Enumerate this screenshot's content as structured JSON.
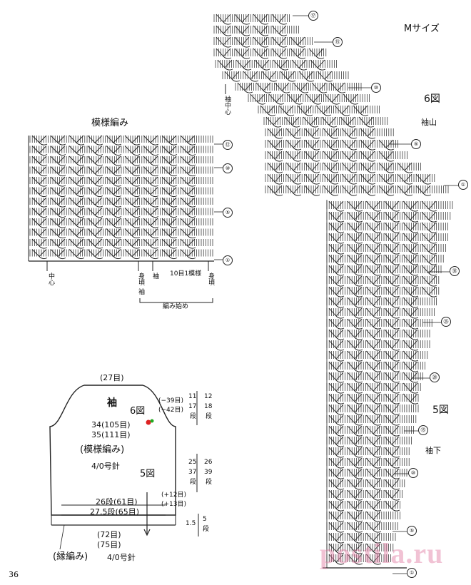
{
  "page_number": "36",
  "size_label": "Mサイズ",
  "pattern_chart": {
    "title": "模様編み",
    "row_markers": [
      "⑫",
      "⑩",
      "⑤",
      "①"
    ],
    "repeat_label": "10目1模様",
    "labels": {
      "center": "中心",
      "body_left": "身頃",
      "body_sub": "袖",
      "sleeve": "袖",
      "body_right": "身頃"
    },
    "start_label": "編み始め"
  },
  "sleeve_chart": {
    "center_label": "袖中心",
    "fig6": "6図",
    "fig6_sub": "袖山",
    "fig5": "5図",
    "fig5_sub": "袖下",
    "row_markers": [
      "⑰",
      "⑮",
      "⑩",
      "⑤",
      "①",
      "㉟",
      "㉕",
      "⑳",
      "⑮",
      "⑩",
      "⑤",
      "①"
    ]
  },
  "schematic": {
    "top_stitches": "(27目)",
    "title": "袖",
    "fig6": "6図",
    "fig5": "5図",
    "width1": "34(105目)",
    "width2": "35(111目)",
    "pattern": "(模様編み)",
    "needle": "4/0号針",
    "dec1": "(−39目)",
    "dec2": "(−42目)",
    "cap_h1": "11",
    "cap_r1": "17",
    "cap_u1": "段",
    "cap_h2": "12",
    "cap_r2": "18",
    "cap_u2": "段",
    "body_h1": "25",
    "body_r1": "37",
    "body_u1": "段",
    "body_h2": "26",
    "body_r2": "39",
    "body_u2": "段",
    "inc1": "(+12目)",
    "inc2": "(+13目)",
    "cuff_w1": "26段(61目)",
    "cuff_w2": "27.5段(65目)",
    "border_h": "1.5",
    "border_r": "5",
    "border_u": "段",
    "bottom1": "(72目)",
    "bottom2": "(75目)",
    "border_label": "(縁編み)",
    "border_needle": "4/0号針"
  },
  "watermark": "postila.ru"
}
